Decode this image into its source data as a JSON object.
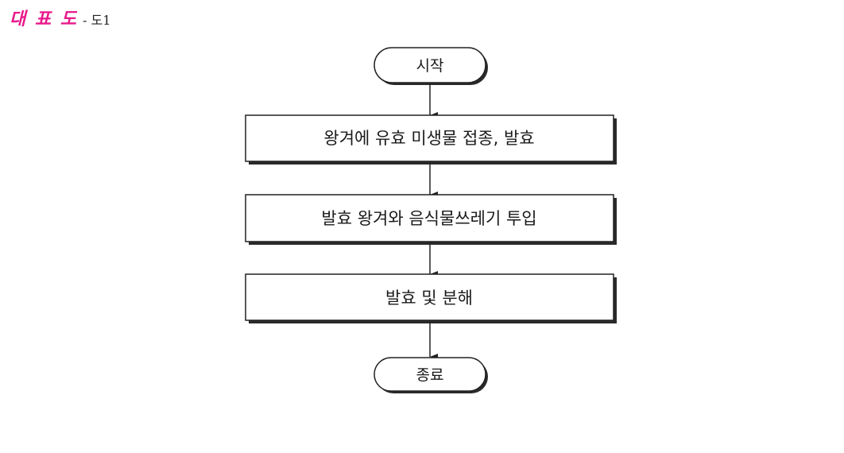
{
  "header": {
    "title": "대 표 도",
    "subtitle": "- 도1"
  },
  "flowchart": {
    "start": "시작",
    "steps": [
      "왕겨에 유효 미생물 접종, 발효",
      "발효 왕겨와 음식물쓰레기 투입",
      "발효 및 분해"
    ],
    "end": "종료"
  },
  "colors": {
    "header_accent": "#e8198b",
    "stroke": "#222222"
  }
}
